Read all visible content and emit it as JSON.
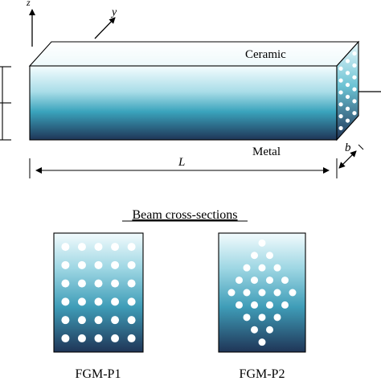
{
  "labels": {
    "z_axis": "z",
    "y_axis": "y",
    "top_material": "Ceramic",
    "bottom_material": "Metal",
    "length": "L",
    "width": "b",
    "cross_section_heading": "Beam cross-sections",
    "section_p1": "FGM-P1",
    "section_p2": "FGM-P2"
  },
  "colors": {
    "ceramic_tint": "#f2fbfd",
    "mid_teal": "#4db6c9",
    "metal_navy": "#1f3557",
    "outline": "#000000",
    "porosity_hole": "#ffffff"
  },
  "patterns": {
    "p1_rows": [
      5,
      5,
      5,
      5,
      5,
      5
    ],
    "p2_rows": [
      1,
      2,
      3,
      4,
      5,
      4,
      3,
      2,
      1
    ]
  }
}
